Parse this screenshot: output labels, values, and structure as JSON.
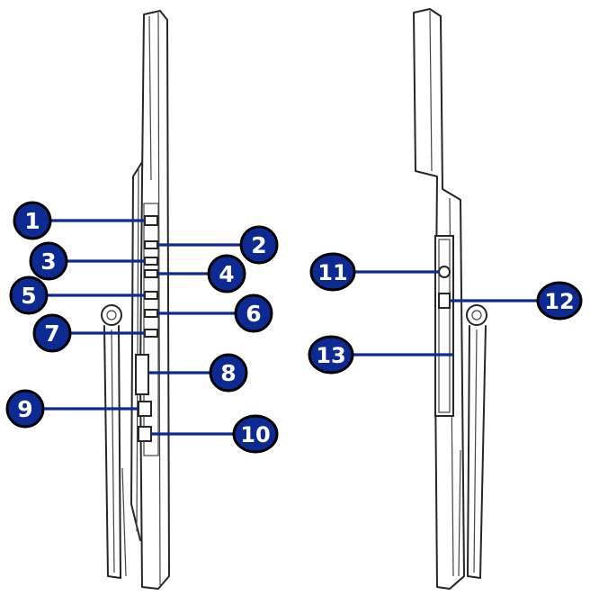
{
  "diagram": {
    "colors": {
      "badge_fill": "#0d2a93",
      "badge_outline": "#000000",
      "badge_text": "#ffffff",
      "leader_line": "#0d2a93",
      "drawing_stroke": "#262626",
      "background": "#ffffff"
    },
    "left_view_callouts": [
      {
        "label": "1"
      },
      {
        "label": "2"
      },
      {
        "label": "3"
      },
      {
        "label": "4"
      },
      {
        "label": "5"
      },
      {
        "label": "6"
      },
      {
        "label": "7"
      },
      {
        "label": "8"
      },
      {
        "label": "9"
      },
      {
        "label": "10"
      }
    ],
    "right_view_callouts": [
      {
        "label": "11"
      },
      {
        "label": "12"
      },
      {
        "label": "13"
      }
    ]
  }
}
